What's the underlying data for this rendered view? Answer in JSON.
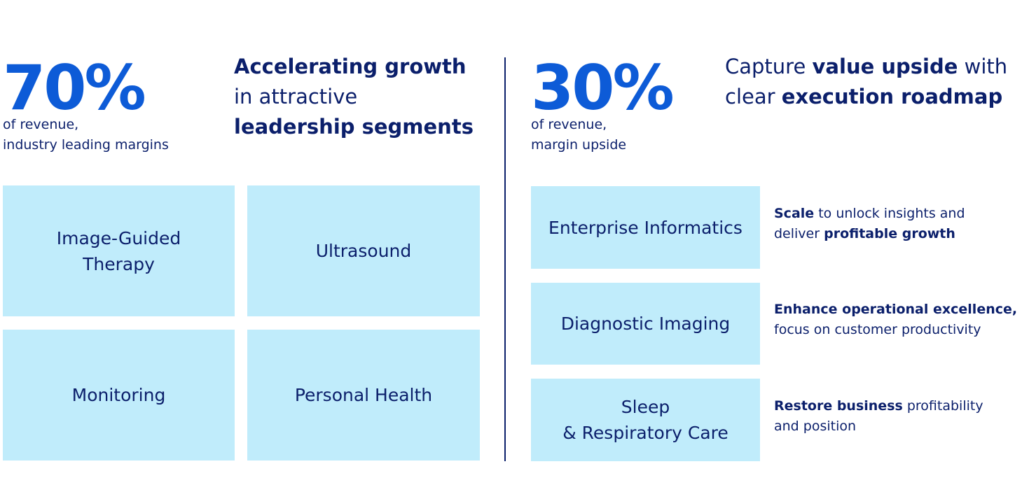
{
  "left": {
    "percent": "70%",
    "subtitle": [
      "of revenue,",
      "industry leading margins"
    ],
    "headline": [
      [
        {
          "t": "Accelerating growth",
          "b": true
        }
      ],
      [
        {
          "t": "in attractive",
          "b": false
        }
      ],
      [
        {
          "t": "leadership segments",
          "b": true
        }
      ]
    ],
    "tiles": [
      {
        "lines": [
          "Image-Guided",
          "Therapy"
        ]
      },
      {
        "lines": [
          "Ultrasound"
        ]
      },
      {
        "lines": [
          "Monitoring"
        ]
      },
      {
        "lines": [
          "Personal Health"
        ]
      }
    ]
  },
  "right": {
    "percent": "30%",
    "subtitle": [
      "of revenue,",
      "margin upside"
    ],
    "headline": [
      [
        {
          "t": "Capture ",
          "b": false
        },
        {
          "t": "value upside",
          "b": true
        },
        {
          "t": " with",
          "b": false
        }
      ],
      [
        {
          "t": "clear ",
          "b": false
        },
        {
          "t": "execution roadmap",
          "b": true
        }
      ]
    ],
    "rows": [
      {
        "tile": [
          "Enterprise Informatics"
        ],
        "desc": [
          [
            {
              "t": "Scale",
              "b": true
            },
            {
              "t": " to unlock insights and",
              "b": false
            }
          ],
          [
            {
              "t": "deliver ",
              "b": false
            },
            {
              "t": "profitable growth",
              "b": true
            }
          ]
        ]
      },
      {
        "tile": [
          "Diagnostic Imaging"
        ],
        "desc": [
          [
            {
              "t": "Enhance operational excellence,",
              "b": true
            }
          ],
          [
            {
              "t": "focus on customer productivity",
              "b": false
            }
          ]
        ]
      },
      {
        "tile": [
          "Sleep",
          "& Respiratory Care"
        ],
        "desc": [
          [
            {
              "t": "Restore business",
              "b": true
            },
            {
              "t": " profitability",
              "b": false
            }
          ],
          [
            {
              "t": "and position",
              "b": false
            }
          ]
        ]
      }
    ]
  },
  "colors": {
    "accent": "#0d5bd7",
    "text": "#0b1f6b",
    "tile": "#c0ecfb"
  }
}
